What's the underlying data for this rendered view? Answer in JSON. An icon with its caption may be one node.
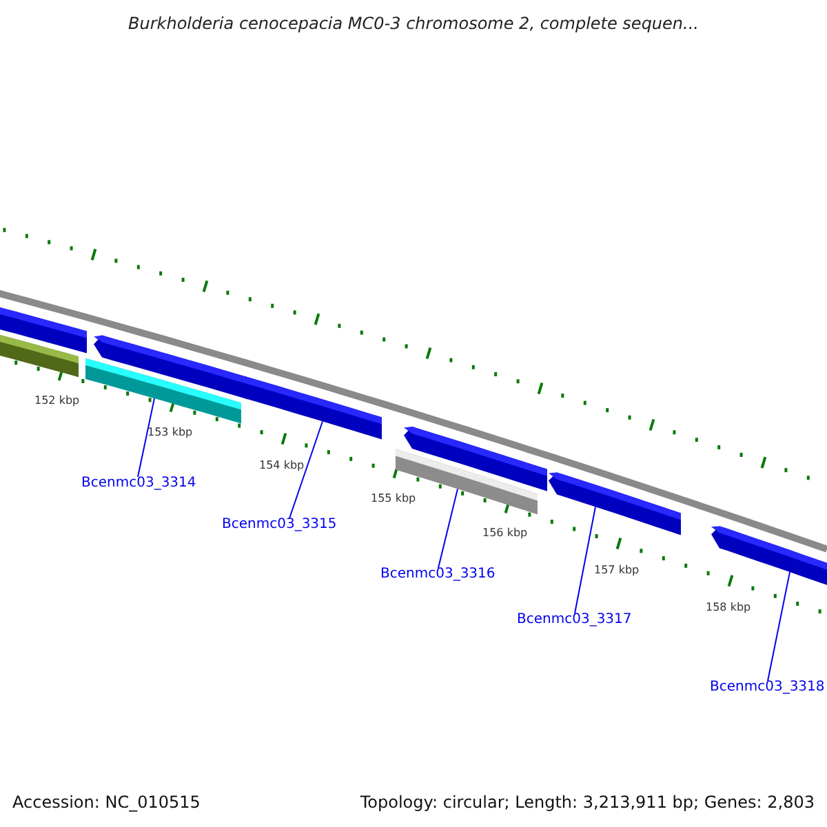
{
  "diagram": {
    "title": "Burkholderia cenocepacia MC0-3 chromosome 2, complete sequen...",
    "nodes": [
      {
        "text": [],
        "shape": "bar"
      },
      {
        "text": [],
        "shape": "bar"
      },
      {
        "text": [],
        "shape": "bar"
      },
      {
        "text": [],
        "shape": "bar"
      },
      {
        "text": [],
        "shape": "bar"
      },
      {
        "text": [],
        "shape": "bar"
      },
      {
        "text": [],
        "shape": "bar"
      },
      {
        "text": [],
        "shape": "bar"
      },
      {
        "text": [],
        "shape": "bar"
      },
      {
        "text": [
          "Bcenmc03_3314"
        ]
      },
      {
        "text": [
          "Bcenmc03_3315"
        ]
      },
      {
        "text": [
          "Bcenmc03_3316"
        ]
      },
      {
        "text": [
          "Bcenmc03_3317"
        ]
      },
      {
        "text": [
          "Bcenmc03_3318"
        ]
      }
    ],
    "edges": [
      {
        "from": 9,
        "to": 3,
        "arrow": "none"
      },
      {
        "from": 10,
        "to": 4,
        "arrow": "none"
      },
      {
        "from": 11,
        "to": 5,
        "arrow": "none"
      },
      {
        "from": 12,
        "to": 7,
        "arrow": "none"
      },
      {
        "from": 13,
        "to": 8,
        "arrow": "none"
      }
    ],
    "labels": [
      "152 kbp",
      "153 kbp",
      "154 kbp",
      "155 kbp",
      "156 kbp",
      "157 kbp",
      "158 kbp",
      "Accession: NC_010515",
      "Topology: circular; Length: 3,213,911 bp; Genes: 2,803"
    ]
  }
}
